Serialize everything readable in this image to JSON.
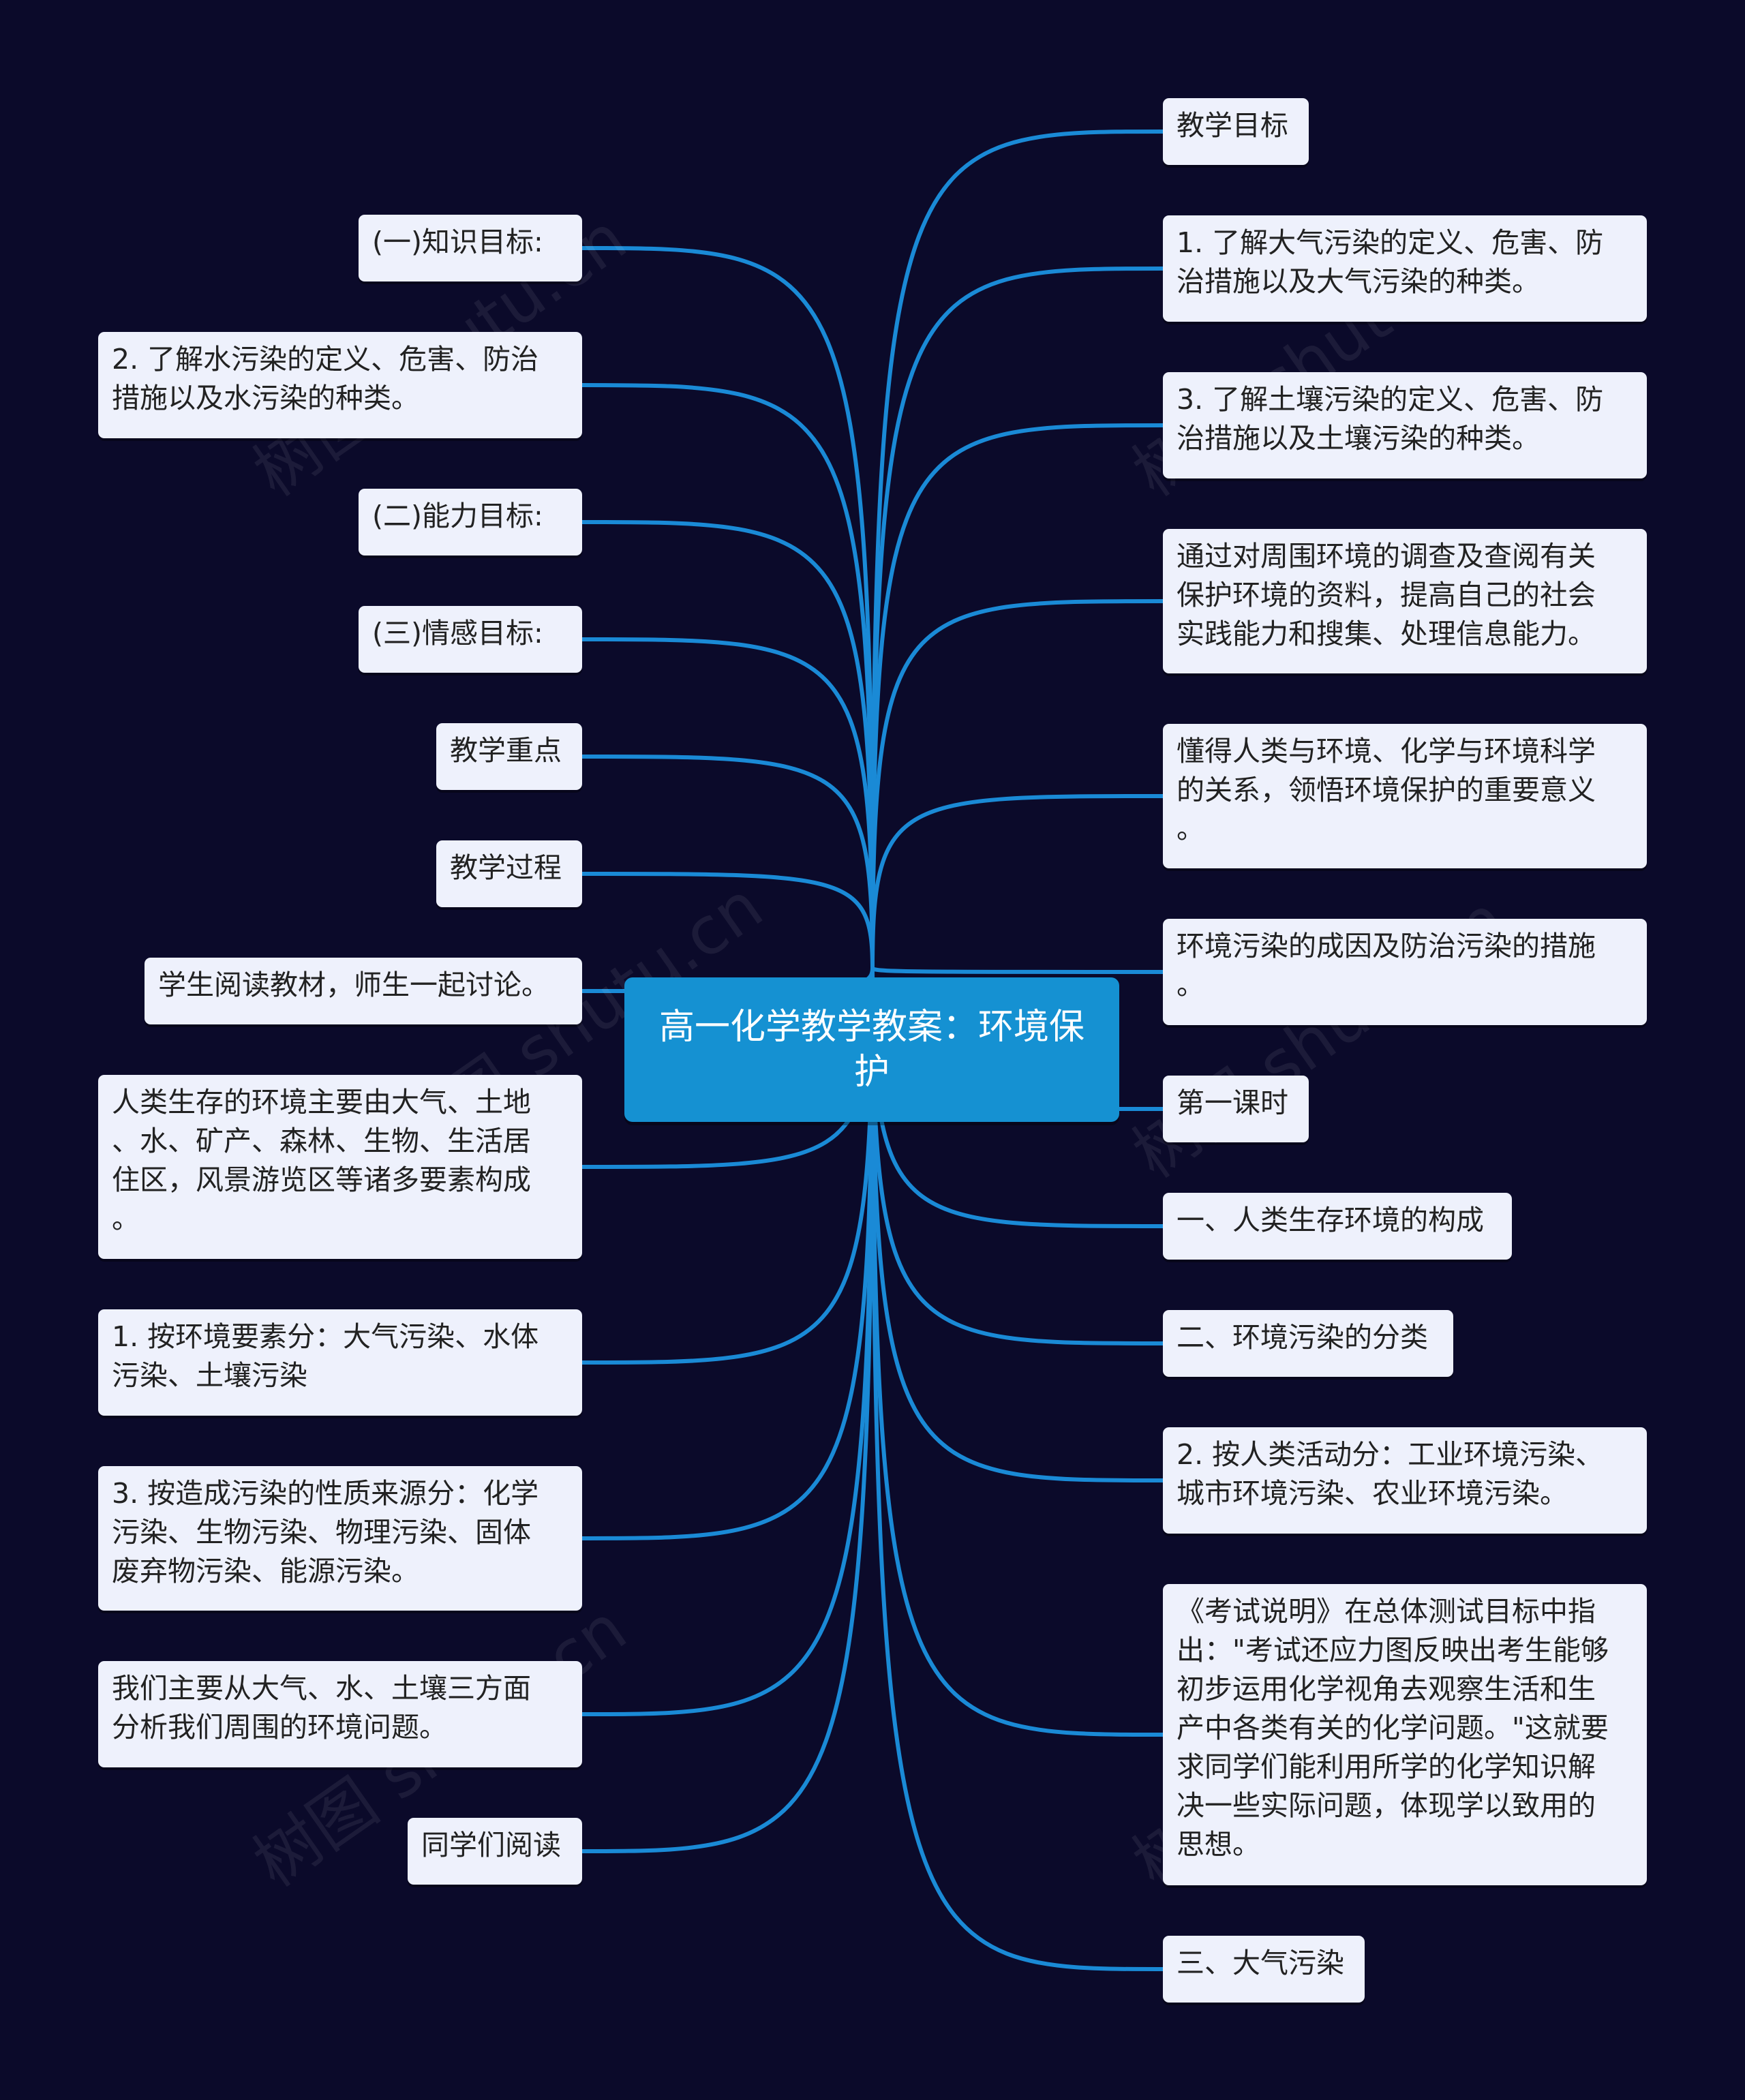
{
  "root": {
    "title": "高一化学教学教案：环境保护"
  },
  "left": [
    {
      "id": "l1",
      "lines": [
        "(一)知识目标:"
      ]
    },
    {
      "id": "l2",
      "lines": [
        "2. 了解水污染的定义、危害、防治",
        "措施以及水污染的种类。"
      ]
    },
    {
      "id": "l3",
      "lines": [
        "(二)能力目标:"
      ]
    },
    {
      "id": "l4",
      "lines": [
        "(三)情感目标:"
      ]
    },
    {
      "id": "l5",
      "lines": [
        "教学重点"
      ]
    },
    {
      "id": "l6",
      "lines": [
        "教学过程"
      ]
    },
    {
      "id": "l7",
      "lines": [
        "学生阅读教材，师生一起讨论。"
      ]
    },
    {
      "id": "l8",
      "lines": [
        "人类生存的环境主要由大气、土地",
        "、水、矿产、森林、生物、生活居",
        "住区，风景游览区等诸多要素构成",
        "。"
      ]
    },
    {
      "id": "l9",
      "lines": [
        "1. 按环境要素分：大气污染、水体",
        "污染、土壤污染"
      ]
    },
    {
      "id": "l10",
      "lines": [
        "3. 按造成污染的性质来源分：化学",
        "污染、生物污染、物理污染、固体",
        "废弃物污染、能源污染。"
      ]
    },
    {
      "id": "l11",
      "lines": [
        "我们主要从大气、水、土壤三方面",
        "分析我们周围的环境问题。"
      ]
    },
    {
      "id": "l12",
      "lines": [
        "同学们阅读"
      ]
    }
  ],
  "right": [
    {
      "id": "r1",
      "lines": [
        "教学目标"
      ]
    },
    {
      "id": "r2",
      "lines": [
        "1. 了解大气污染的定义、危害、防",
        "治措施以及大气污染的种类。"
      ]
    },
    {
      "id": "r3",
      "lines": [
        "3. 了解土壤污染的定义、危害、防",
        "治措施以及土壤污染的种类。"
      ]
    },
    {
      "id": "r4",
      "lines": [
        "通过对周围环境的调查及查阅有关",
        "保护环境的资料，提高自己的社会",
        "实践能力和搜集、处理信息能力。"
      ]
    },
    {
      "id": "r5",
      "lines": [
        "懂得人类与环境、化学与环境科学",
        "的关系，领悟环境保护的重要意义",
        "。"
      ]
    },
    {
      "id": "r6",
      "lines": [
        "环境污染的成因及防治污染的措施",
        "。"
      ]
    },
    {
      "id": "r7",
      "lines": [
        "第一课时"
      ]
    },
    {
      "id": "r8",
      "lines": [
        "一、人类生存环境的构成"
      ]
    },
    {
      "id": "r9",
      "lines": [
        "二、环境污染的分类"
      ]
    },
    {
      "id": "r10",
      "lines": [
        "2. 按人类活动分：工业环境污染、",
        "城市环境污染、农业环境污染。"
      ]
    },
    {
      "id": "r11",
      "lines": [
        "《考试说明》在总体测试目标中指",
        "出：\"考试还应力图反映出考生能够",
        "初步运用化学视角去观察生活和生",
        "产中各类有关的化学问题。\"这就要",
        "求同学们能利用所学的化学知识解",
        "决一些实际问题，体现学以致用的",
        "思想。"
      ]
    },
    {
      "id": "r12",
      "lines": [
        "三、大气污染"
      ]
    }
  ],
  "watermark": "树图 shutu.cn",
  "colors": {
    "background": "#0b0a2a",
    "link": "#1a8ad6",
    "root": "#1591d2",
    "node": "#eef1fc"
  }
}
